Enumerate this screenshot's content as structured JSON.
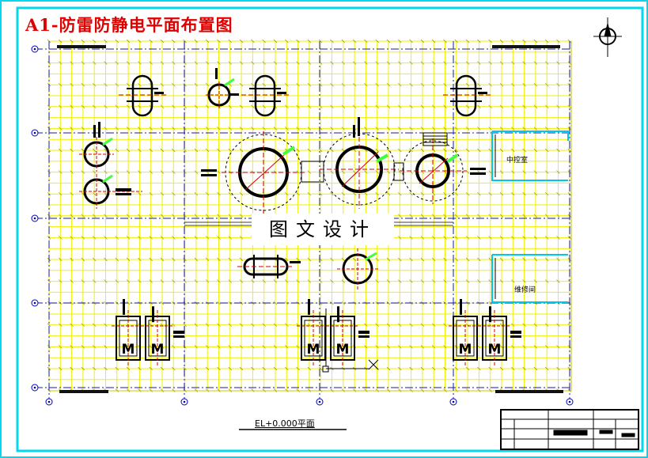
{
  "drawing": {
    "title": "A1-防雷防静电平面布置图",
    "watermark": "图文设计",
    "elevation_label": "EL+0.000平面",
    "rooms": {
      "control_room": "中控室",
      "maintenance_room": "维修间"
    },
    "equipment_letter": "M",
    "colors": {
      "frame": "#00d8f0",
      "title": "#e00000",
      "grid_mesh": "#f0f000",
      "axis_lines": "#1a1aa0",
      "equipment": "#000000",
      "annotation": "#40ff40",
      "dimension_tick": "#b00000"
    },
    "icons": [
      "north-arrow-icon",
      "axis-bubble-icon",
      "grounding-cross-icon"
    ]
  }
}
